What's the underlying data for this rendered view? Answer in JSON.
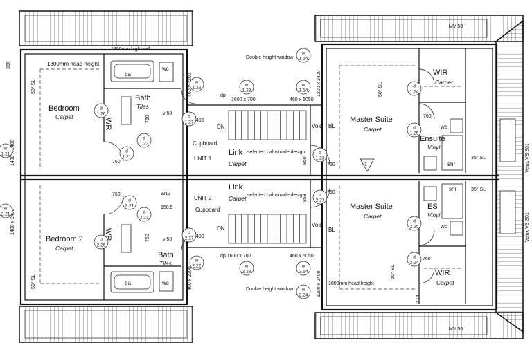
{
  "unit1": {
    "name": "UNIT 1",
    "bedroom": {
      "name": "Bedroom",
      "finish": "Carpet"
    },
    "bath": {
      "name": "Bath",
      "finish": "Tiles"
    },
    "wr": "WR",
    "ba": "ba",
    "wc": "wc",
    "v50": "v 50",
    "cupboard": "Cupboard",
    "link": {
      "name": "Link",
      "finish": "Carpet"
    },
    "balustrade": "selected balustrade design",
    "dn": "DN",
    "void": "Void",
    "bl": "BL",
    "master": {
      "name": "Master Suite",
      "finish": "Carpet"
    },
    "wir": {
      "name": "WIR",
      "finish": "Carpet"
    },
    "ensuite": {
      "name": "Ensuite",
      "finish": "Vinyl"
    },
    "shr": "shr",
    "head_height_bed": "1800mm head height",
    "high_wall": "1400mm high wall",
    "dp": "dp",
    "double_height_window": "Double height window",
    "dim_1600x700": "1600 x 700",
    "dim_460x5050": "460 x 5050",
    "dim_350": "350",
    "dim_460x2200": "460 x 2200",
    "dim_1200x2400": "1200 x 2400",
    "dim_1400x2400": "1400 x 2400",
    "dim_760": "760",
    "dim_490": "490",
    "dim_850": "850",
    "slope_50": "50° SL",
    "slope_35": "35° SL",
    "mv": "MV 50",
    "velux": "Velux VS S01",
    "tags": {
      "d126": [
        "d",
        "1.26"
      ],
      "d121": [
        "d",
        "1.21"
      ],
      "d122": [
        "d",
        "1.22"
      ],
      "w121": [
        "w",
        "1.21"
      ],
      "w122": [
        "w",
        "1.22"
      ],
      "d127": [
        "d",
        "1.27"
      ],
      "w123": [
        "w",
        "1.23"
      ],
      "w114": [
        "w",
        "1.14"
      ],
      "w124": [
        "w",
        "1.24"
      ],
      "d124": [
        "d",
        "1.24"
      ],
      "d125": [
        "d",
        "1.25"
      ],
      "d123": [
        "d",
        "1.23"
      ]
    }
  },
  "unit2": {
    "name": "UNIT 2",
    "bedroom": {
      "name": "Bedroom 2",
      "finish": "Carpet"
    },
    "bath": {
      "name": "Bath",
      "finish": "Tiles"
    },
    "wr": "WR",
    "ba": "ba",
    "wc": "wc",
    "v50": "v 50",
    "cupboard": "Cupboard",
    "link": {
      "name": "Link",
      "finish": "Carpet"
    },
    "balustrade": "selected balustrade design",
    "dn": "DN",
    "void": "Void",
    "bl": "BL",
    "master": {
      "name": "Master Suite",
      "finish": "Carpet"
    },
    "wir": {
      "name": "WIR",
      "finish": "Carpet"
    },
    "es": {
      "name": "ES",
      "finish": "Vinyl"
    },
    "shr": "shr",
    "head_height": "1800mm head height",
    "dp": "dp 1600 x 700",
    "double_height_window": "Double height window",
    "w13": "W13",
    "w13_val": "150.5",
    "dim_460x5050": "460 x 5050",
    "dim_460x2200": "460 x 2200",
    "dim_1200x2400": "1200 x 2400",
    "dim_1400x2400": "1400 x 2400",
    "dim_760": "760",
    "dim_490": "490",
    "dim_850": "850",
    "dim_414": "414",
    "slope_50": "50° SL",
    "slope_35": "35° SL",
    "mv": "MV 50",
    "velux": "Velux VS S01",
    "tags": {
      "d226": [
        "d",
        "2.26"
      ],
      "d221": [
        "d",
        "2.21"
      ],
      "d222": [
        "d",
        "2.22"
      ],
      "w221": [
        "w",
        "2.21"
      ],
      "w222": [
        "w",
        "2.22"
      ],
      "d227": [
        "d",
        "2.27"
      ],
      "w223": [
        "w",
        "2.23"
      ],
      "w214": [
        "w",
        "2.14"
      ],
      "w224": [
        "w",
        "2.24"
      ],
      "d224": [
        "d",
        "2.24"
      ],
      "d225": [
        "d",
        "2.25"
      ],
      "d223": [
        "d",
        "2.23"
      ]
    }
  },
  "north_mark": "1"
}
